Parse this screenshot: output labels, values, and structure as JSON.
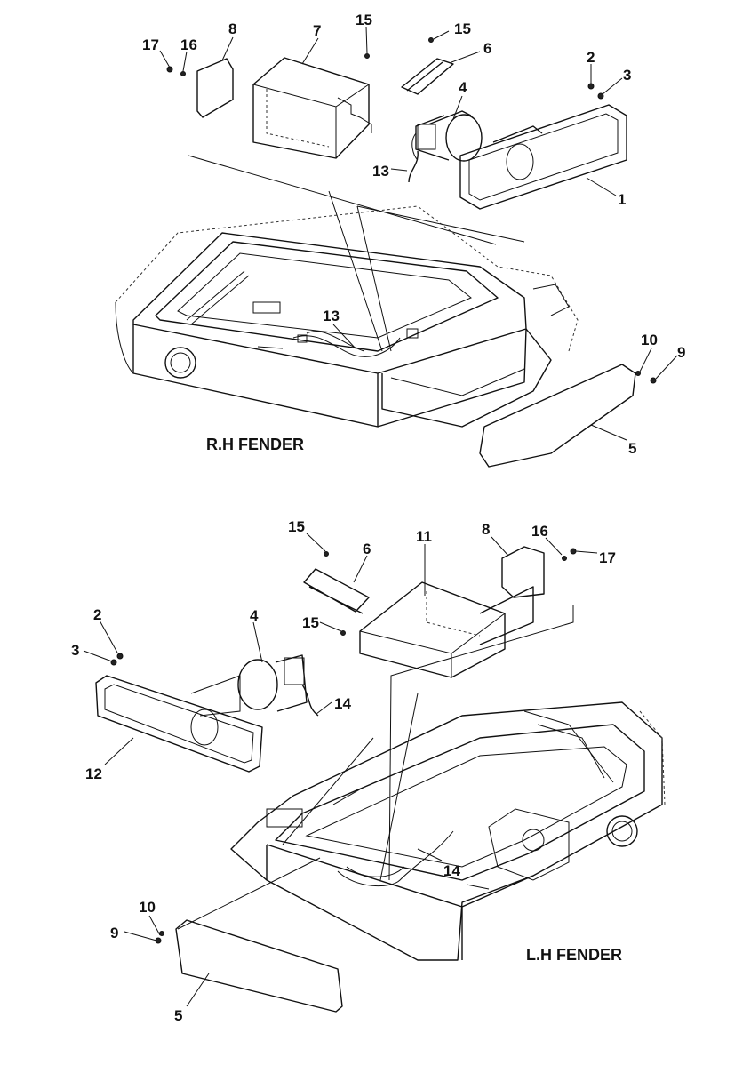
{
  "captions": {
    "rh": "R.H FENDER",
    "lh": "L.H FENDER"
  },
  "callouts": {
    "rh": {
      "c17": "17",
      "c16": "16",
      "c8": "8",
      "c7": "7",
      "c15a": "15",
      "c15b": "15",
      "c6": "6",
      "c2": "2",
      "c3": "3",
      "c4": "4",
      "c13a": "13",
      "c1": "1",
      "c13b": "13",
      "c10": "10",
      "c9": "9",
      "c5": "5"
    },
    "lh": {
      "c15a": "15",
      "c6": "6",
      "c11": "11",
      "c8": "8",
      "c16": "16",
      "c17": "17",
      "c2": "2",
      "c15b": "15",
      "c3": "3",
      "c4": "4",
      "c14a": "14",
      "c12": "12",
      "c14b": "14",
      "c10": "10",
      "c9": "9",
      "c5": "5"
    }
  }
}
